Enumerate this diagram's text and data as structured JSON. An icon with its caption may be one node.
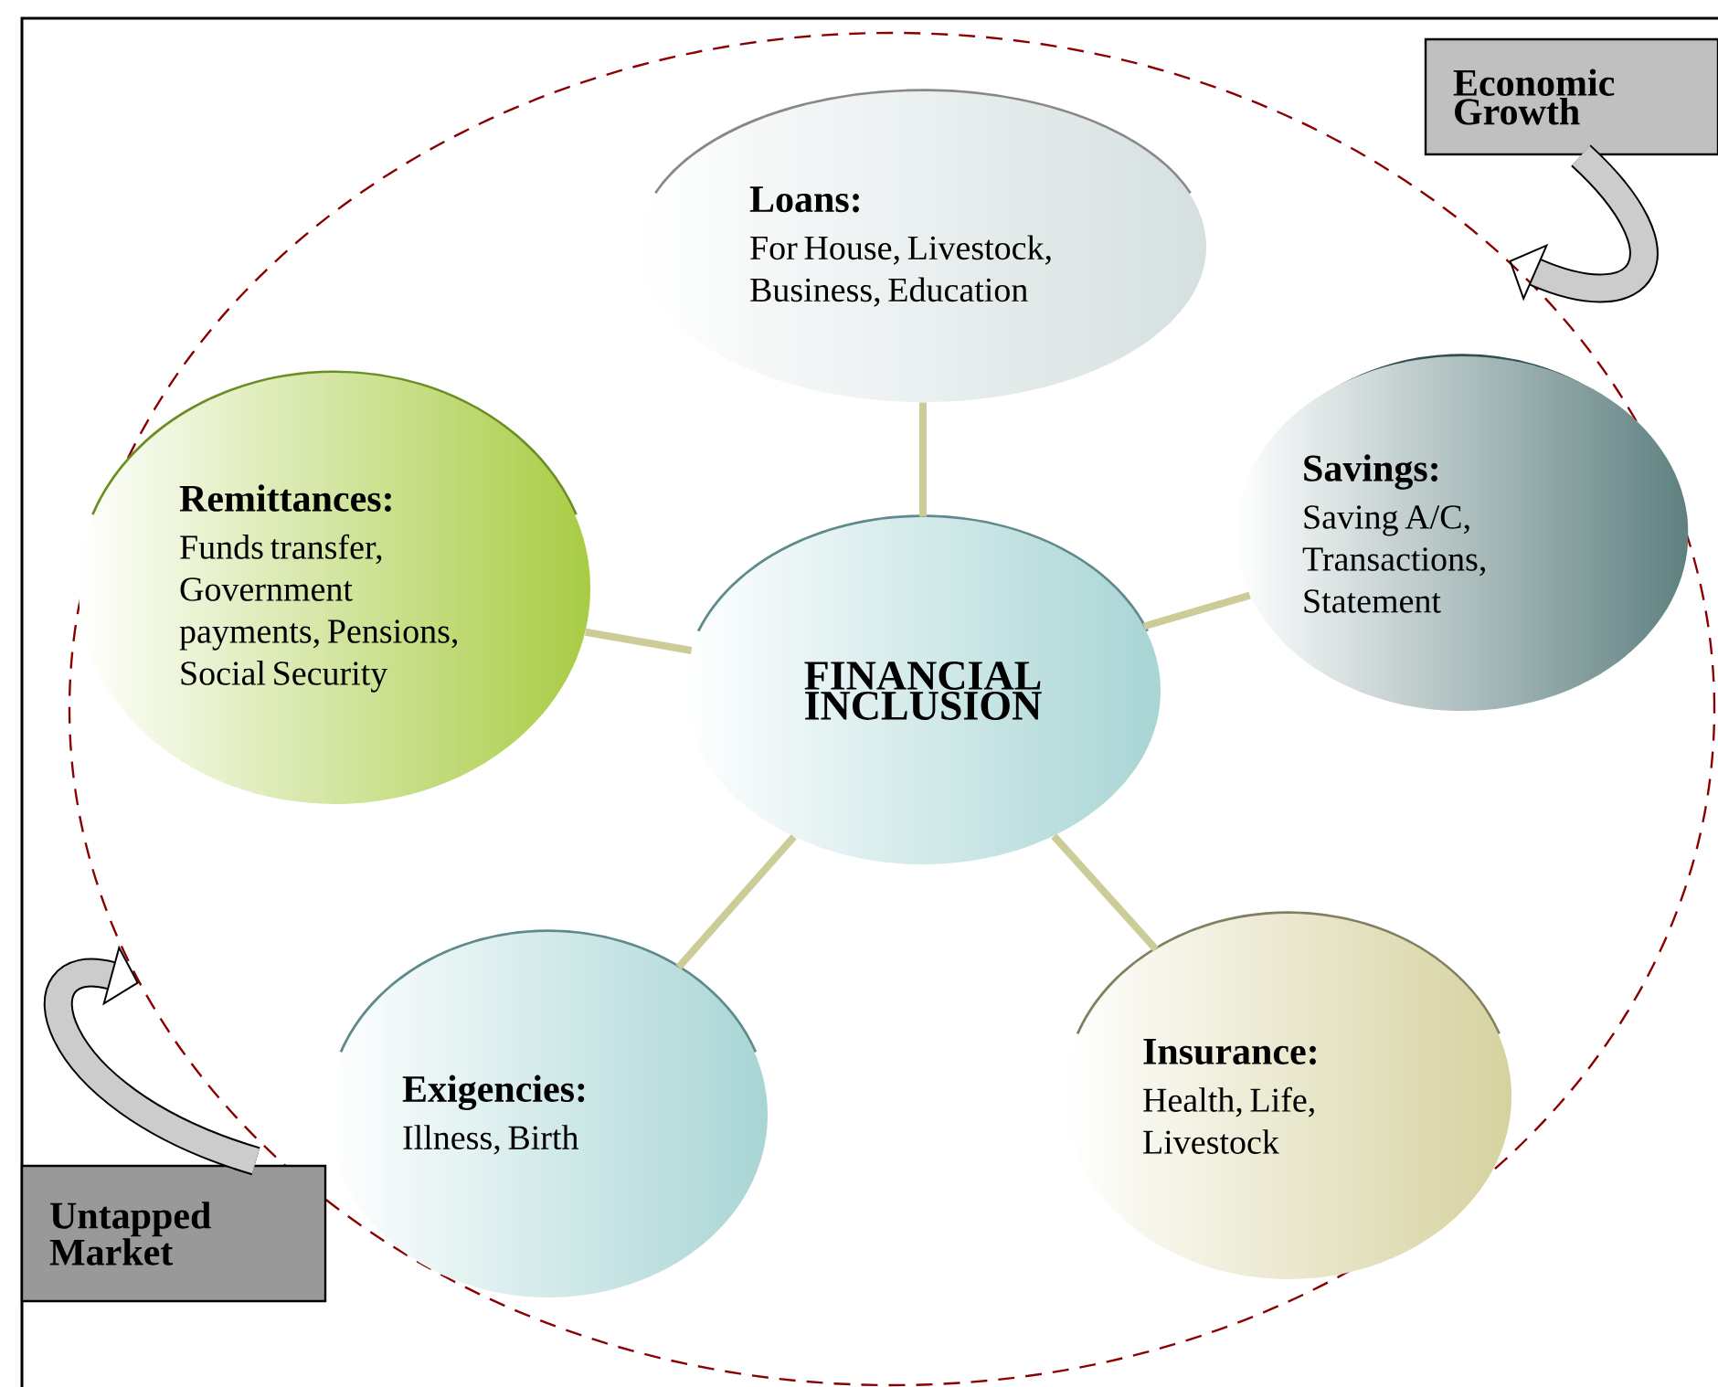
{
  "diagram": {
    "nodes": [
      {
        "text": [],
        "shape": "ellipse"
      },
      {
        "text": [
          "Loans:",
          "For House, Livestock, Business, Education"
        ],
        "in": 0
      },
      {
        "text": [
          "Remittances:",
          "Funds transfer, Government payments, Pensions, Social Security"
        ],
        "in": 0
      },
      {
        "text": [
          "FINANCIAL INCLUSION"
        ],
        "in": 0
      },
      {
        "text": [
          "Savings:",
          "Saving A/C, Transactions, Statement"
        ],
        "in": 0
      },
      {
        "text": [
          "Exigencies:",
          "Illness, Birth"
        ],
        "in": 0
      },
      {
        "text": [
          "Insurance:",
          "Health, Life, Livestock"
        ],
        "in": 0
      },
      {
        "text": [
          "Economic Growth"
        ]
      },
      {
        "text": [
          "Untapped Market"
        ]
      }
    ],
    "edges": [
      {
        "from": 3,
        "to": 1,
        "arrow": "none"
      },
      {
        "from": 3,
        "to": 2,
        "arrow": "none"
      },
      {
        "from": 3,
        "to": 4,
        "arrow": "none"
      },
      {
        "from": 3,
        "to": 5,
        "arrow": "none"
      },
      {
        "from": 3,
        "to": 6,
        "arrow": "none"
      },
      {
        "from": 7,
        "to": 0,
        "arrow": "to",
        "style": "thick",
        "color": "#000000"
      },
      {
        "from": 8,
        "to": 0,
        "arrow": "to",
        "style": "thick",
        "color": "#000000"
      }
    ]
  }
}
